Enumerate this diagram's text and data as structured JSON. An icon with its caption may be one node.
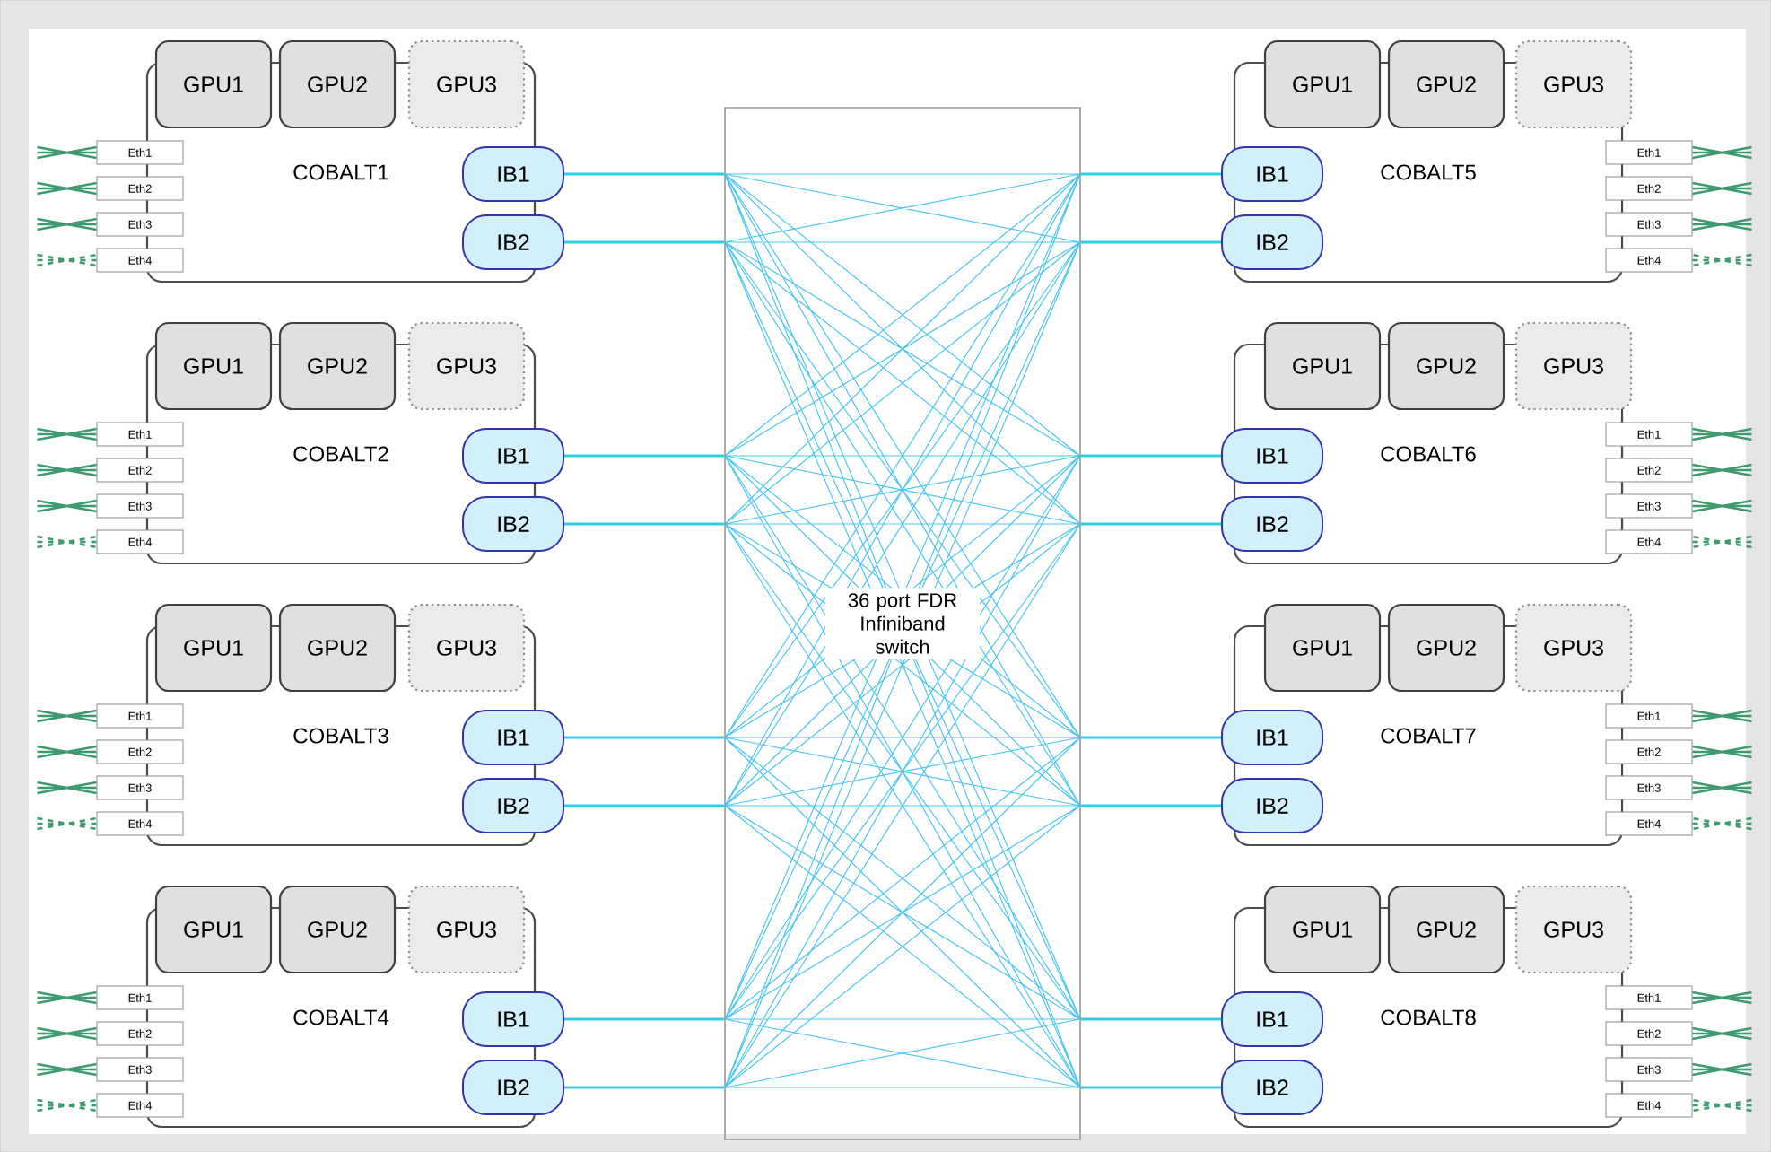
{
  "diagram": {
    "nodes": [
      {
        "text": [
          "COBALT1"
        ]
      },
      {
        "text": [
          "GPU1"
        ]
      },
      {
        "text": [
          "GPU2"
        ]
      },
      {
        "text": [
          "GPU3"
        ]
      },
      {
        "text": [
          "IB1"
        ]
      },
      {
        "text": [
          "IB2"
        ]
      },
      {
        "text": [
          "Eth1"
        ]
      },
      {
        "text": [
          "Eth2"
        ]
      },
      {
        "text": [
          "Eth3"
        ]
      },
      {
        "text": [
          "Eth4"
        ]
      },
      {
        "text": [
          "COBALT2"
        ]
      },
      {
        "text": [
          "GPU1"
        ]
      },
      {
        "text": [
          "GPU2"
        ]
      },
      {
        "text": [
          "GPU3"
        ]
      },
      {
        "text": [
          "IB1"
        ]
      },
      {
        "text": [
          "IB2"
        ]
      },
      {
        "text": [
          "Eth1"
        ]
      },
      {
        "text": [
          "Eth2"
        ]
      },
      {
        "text": [
          "Eth3"
        ]
      },
      {
        "text": [
          "Eth4"
        ]
      },
      {
        "text": [
          "COBALT3"
        ]
      },
      {
        "text": [
          "GPU1"
        ]
      },
      {
        "text": [
          "GPU2"
        ]
      },
      {
        "text": [
          "GPU3"
        ]
      },
      {
        "text": [
          "IB1"
        ]
      },
      {
        "text": [
          "IB2"
        ]
      },
      {
        "text": [
          "Eth1"
        ]
      },
      {
        "text": [
          "Eth2"
        ]
      },
      {
        "text": [
          "Eth3"
        ]
      },
      {
        "text": [
          "Eth4"
        ]
      },
      {
        "text": [
          "COBALT4"
        ]
      },
      {
        "text": [
          "GPU1"
        ]
      },
      {
        "text": [
          "GPU2"
        ]
      },
      {
        "text": [
          "GPU3"
        ]
      },
      {
        "text": [
          "IB1"
        ]
      },
      {
        "text": [
          "IB2"
        ]
      },
      {
        "text": [
          "Eth1"
        ]
      },
      {
        "text": [
          "Eth2"
        ]
      },
      {
        "text": [
          "Eth3"
        ]
      },
      {
        "text": [
          "Eth4"
        ]
      },
      {
        "text": [
          "COBALT5"
        ]
      },
      {
        "text": [
          "GPU1"
        ]
      },
      {
        "text": [
          "GPU2"
        ]
      },
      {
        "text": [
          "GPU3"
        ]
      },
      {
        "text": [
          "IB1"
        ]
      },
      {
        "text": [
          "IB2"
        ]
      },
      {
        "text": [
          "Eth1"
        ]
      },
      {
        "text": [
          "Eth2"
        ]
      },
      {
        "text": [
          "Eth3"
        ]
      },
      {
        "text": [
          "Eth4"
        ]
      },
      {
        "text": [
          "COBALT6"
        ]
      },
      {
        "text": [
          "GPU1"
        ]
      },
      {
        "text": [
          "GPU2"
        ]
      },
      {
        "text": [
          "GPU3"
        ]
      },
      {
        "text": [
          "IB1"
        ]
      },
      {
        "text": [
          "IB2"
        ]
      },
      {
        "text": [
          "Eth1"
        ]
      },
      {
        "text": [
          "Eth2"
        ]
      },
      {
        "text": [
          "Eth3"
        ]
      },
      {
        "text": [
          "Eth4"
        ]
      },
      {
        "text": [
          "COBALT7"
        ]
      },
      {
        "text": [
          "GPU1"
        ]
      },
      {
        "text": [
          "GPU2"
        ]
      },
      {
        "text": [
          "GPU3"
        ]
      },
      {
        "text": [
          "IB1"
        ]
      },
      {
        "text": [
          "IB2"
        ]
      },
      {
        "text": [
          "Eth1"
        ]
      },
      {
        "text": [
          "Eth2"
        ]
      },
      {
        "text": [
          "Eth3"
        ]
      },
      {
        "text": [
          "Eth4"
        ]
      },
      {
        "text": [
          "COBALT8"
        ]
      },
      {
        "text": [
          "GPU1"
        ]
      },
      {
        "text": [
          "GPU2"
        ]
      },
      {
        "text": [
          "GPU3"
        ]
      },
      {
        "text": [
          "IB1"
        ]
      },
      {
        "text": [
          "IB2"
        ]
      },
      {
        "text": [
          "Eth1"
        ]
      },
      {
        "text": [
          "Eth2"
        ]
      },
      {
        "text": [
          "Eth3"
        ]
      },
      {
        "text": [
          "Eth4"
        ]
      },
      {
        "text": [
          "36 port FDR Infiniband switch"
        ]
      }
    ],
    "edges": [
      {
        "from": 4,
        "to": 80,
        "arrow": "none",
        "color": "#2ccfe0"
      },
      {
        "from": 5,
        "to": 80,
        "arrow": "none",
        "color": "#2ccfe0"
      },
      {
        "from": 14,
        "to": 80,
        "arrow": "none",
        "color": "#2ccfe0"
      },
      {
        "from": 15,
        "to": 80,
        "arrow": "none",
        "color": "#2ccfe0"
      },
      {
        "from": 24,
        "to": 80,
        "arrow": "none",
        "color": "#2ccfe0"
      },
      {
        "from": 25,
        "to": 80,
        "arrow": "none",
        "color": "#2ccfe0"
      },
      {
        "from": 34,
        "to": 80,
        "arrow": "none",
        "color": "#2ccfe0"
      },
      {
        "from": 35,
        "to": 80,
        "arrow": "none",
        "color": "#2ccfe0"
      },
      {
        "from": 44,
        "to": 80,
        "arrow": "none",
        "color": "#2ccfe0"
      },
      {
        "from": 45,
        "to": 80,
        "arrow": "none",
        "color": "#2ccfe0"
      },
      {
        "from": 54,
        "to": 80,
        "arrow": "none",
        "color": "#2ccfe0"
      },
      {
        "from": 55,
        "to": 80,
        "arrow": "none",
        "color": "#2ccfe0"
      },
      {
        "from": 64,
        "to": 80,
        "arrow": "none",
        "color": "#2ccfe0"
      },
      {
        "from": 65,
        "to": 80,
        "arrow": "none",
        "color": "#2ccfe0"
      },
      {
        "from": 74,
        "to": 80,
        "arrow": "none",
        "color": "#2ccfe0"
      },
      {
        "from": 75,
        "to": 80,
        "arrow": "none",
        "color": "#2ccfe0"
      },
      {
        "from": null,
        "to": 6,
        "arrow": "none"
      },
      {
        "from": null,
        "to": 7,
        "arrow": "none"
      },
      {
        "from": null,
        "to": 8,
        "arrow": "none"
      },
      {
        "from": null,
        "to": 9,
        "arrow": "none",
        "style": "dashed"
      },
      {
        "from": null,
        "to": 16,
        "arrow": "none"
      },
      {
        "from": null,
        "to": 17,
        "arrow": "none"
      },
      {
        "from": null,
        "to": 18,
        "arrow": "none"
      },
      {
        "from": null,
        "to": 19,
        "arrow": "none",
        "style": "dashed"
      },
      {
        "from": null,
        "to": 26,
        "arrow": "none"
      },
      {
        "from": null,
        "to": 27,
        "arrow": "none"
      },
      {
        "from": null,
        "to": 28,
        "arrow": "none"
      },
      {
        "from": null,
        "to": 29,
        "arrow": "none",
        "style": "dashed"
      },
      {
        "from": null,
        "to": 36,
        "arrow": "none"
      },
      {
        "from": null,
        "to": 37,
        "arrow": "none"
      },
      {
        "from": null,
        "to": 38,
        "arrow": "none"
      },
      {
        "from": null,
        "to": 39,
        "arrow": "none",
        "style": "dashed"
      },
      {
        "from": null,
        "to": 46,
        "arrow": "none"
      },
      {
        "from": null,
        "to": 47,
        "arrow": "none"
      },
      {
        "from": null,
        "to": 48,
        "arrow": "none"
      },
      {
        "from": null,
        "to": 49,
        "arrow": "none",
        "style": "dashed"
      },
      {
        "from": null,
        "to": 56,
        "arrow": "none"
      },
      {
        "from": null,
        "to": 57,
        "arrow": "none"
      },
      {
        "from": null,
        "to": 58,
        "arrow": "none"
      },
      {
        "from": null,
        "to": 59,
        "arrow": "none",
        "style": "dashed"
      },
      {
        "from": null,
        "to": 66,
        "arrow": "none"
      },
      {
        "from": null,
        "to": 67,
        "arrow": "none"
      },
      {
        "from": null,
        "to": 68,
        "arrow": "none"
      },
      {
        "from": null,
        "to": 69,
        "arrow": "none",
        "style": "dashed"
      },
      {
        "from": null,
        "to": 76,
        "arrow": "none"
      },
      {
        "from": null,
        "to": 77,
        "arrow": "none"
      },
      {
        "from": null,
        "to": 78,
        "arrow": "none"
      },
      {
        "from": null,
        "to": 79,
        "arrow": "none",
        "style": "dashed"
      }
    ]
  }
}
